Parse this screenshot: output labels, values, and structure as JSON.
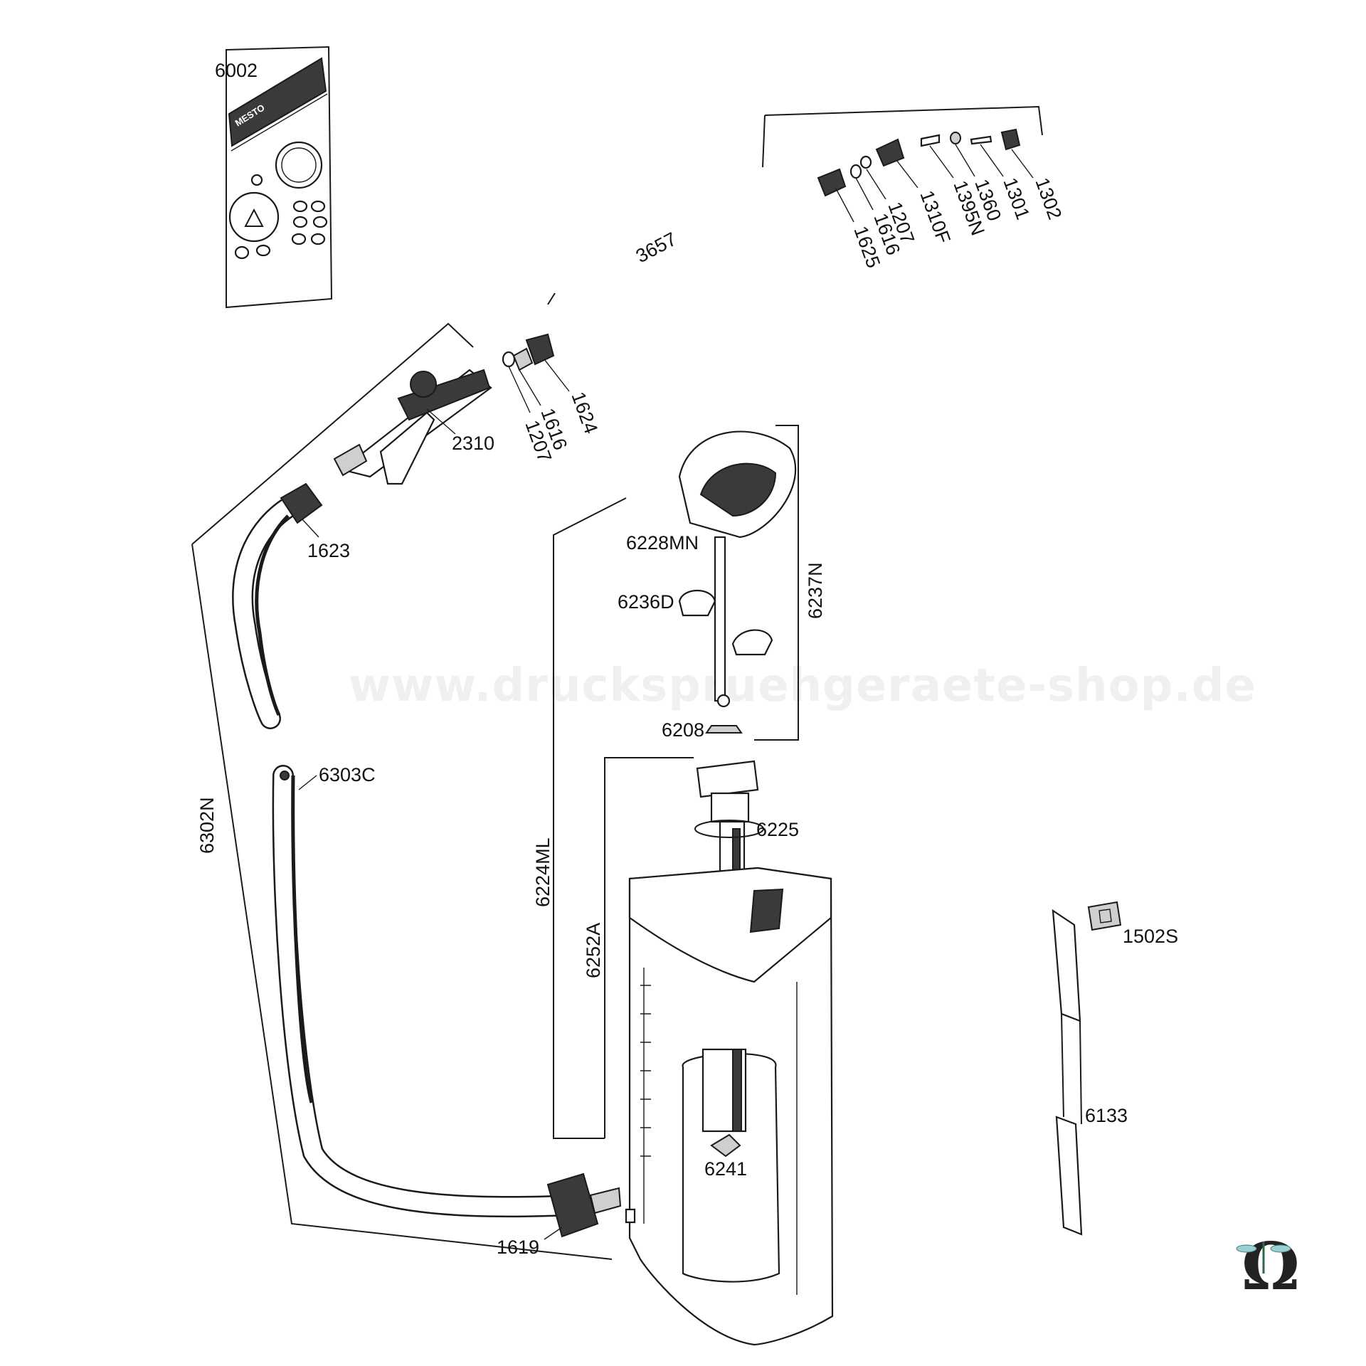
{
  "watermark": "www.druckspruehgeraete-shop.de",
  "parts": {
    "p6002": "6002",
    "p3657": "3657",
    "p1625": "1625",
    "p1616_top": "1616",
    "p1207_top": "1207",
    "p1310F": "1310F",
    "p1395N": "1395N",
    "p1360": "1360",
    "p1301": "1301",
    "p1302": "1302",
    "p1624": "1624",
    "p1616": "1616",
    "p1207": "1207",
    "p2310": "2310",
    "p1623": "1623",
    "p6228MN": "6228MN",
    "p6237N": "6237N",
    "p6236D": "6236D",
    "p6208": "6208",
    "p6225": "6225",
    "p6224ML": "6224ML",
    "p6252A": "6252A",
    "p6303C": "6303C",
    "p6302N": "6302N",
    "p6241": "6241",
    "p1619": "1619",
    "p1502S": "1502S",
    "p6133": "6133"
  },
  "seal_kit_card_brand": "MESTO",
  "logo_symbol": "Ω"
}
